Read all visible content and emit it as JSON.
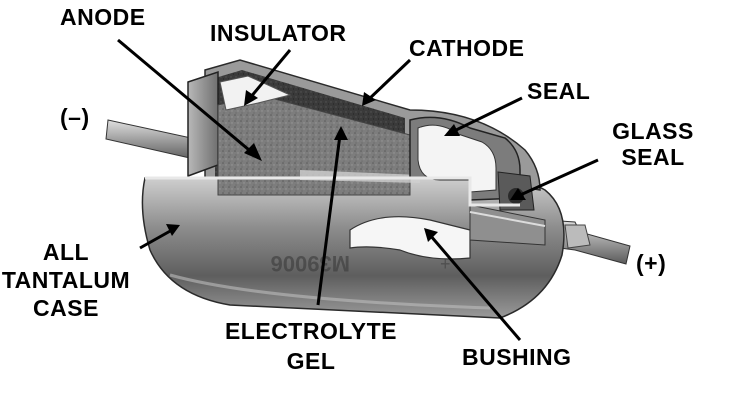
{
  "labels": {
    "anode": "ANODE",
    "insulator": "INSULATOR",
    "cathode": "CATHODE",
    "seal": "SEAL",
    "glass_seal_line1": "GLASS",
    "glass_seal_line2": "SEAL",
    "minus": "(–)",
    "plus": "(+)",
    "case_line1": "ALL",
    "case_line2": "TANTALUM",
    "case_line3": "CASE",
    "electrolyte_line1": "ELECTROLYTE",
    "electrolyte_line2": "GEL",
    "bushing": "BUSHING"
  },
  "case_marking": "M39006"
}
